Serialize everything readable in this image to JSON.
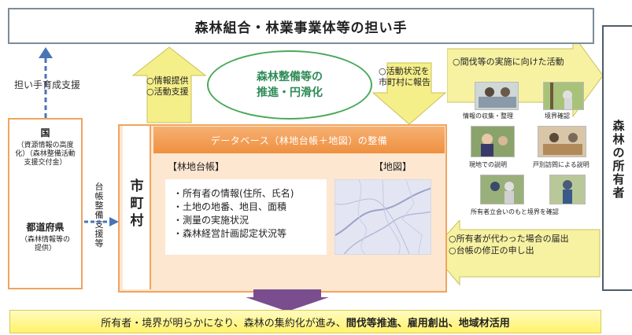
{
  "top_banner": {
    "text": "森林組合・林業事業体等の担い手"
  },
  "left_support_label": "担い手育成支援",
  "owners": {
    "label": "森林の所有者"
  },
  "gov": {
    "national_title": "国",
    "national_note": "（資源情報の高度化）（森林整備活動支援交付金）",
    "prefecture_title": "都道府県",
    "prefecture_note": "（森林情報等の提供）"
  },
  "ledger_support_label": "台帳整備支援等",
  "municipality": {
    "label": "市町村",
    "database_bar": "データベース（林地台帳＋地図）の整備",
    "ledger_title": "【林地台帳】",
    "map_title": "【地図】",
    "ledger_items": [
      "所有者の情報(住所、氏名)",
      "土地の地番、地目、面積",
      "測量の実施状況",
      "森林経営計画認定状況等"
    ]
  },
  "info_arrow": {
    "line1": "○情報提供",
    "line2": "○活動支援"
  },
  "center_ellipse": {
    "line1": "森林整備等の",
    "line2": "推進・円滑化"
  },
  "report_arrow": {
    "line1": "○活動状況を",
    "line2": "市町村に報告"
  },
  "activity_panel": {
    "title": "○間伐等の実施に向けた活動",
    "captions": [
      "情報の収集・整理",
      "境界確認",
      "現地での説明",
      "戸別訪問による説明",
      "所有者立会いのもと境界を確認"
    ]
  },
  "return_notes": {
    "line1": "○所有者が代わった場合の届出",
    "line2": "○台帳の修正の申し出"
  },
  "bottom_bar": {
    "part1": "所有者・境界が明らかになり、森林の集約化が進み、",
    "part2": "間伐等推進、雇用創出、地域材活用"
  },
  "colors": {
    "orange_border": "#f0a460",
    "arrow_yellow": "#f5ef8a",
    "ellipse_green": "#4aa85a",
    "bottom_arrow_purple": "#7a4e8e",
    "dashed_arrow_blue": "#4a74b8"
  }
}
